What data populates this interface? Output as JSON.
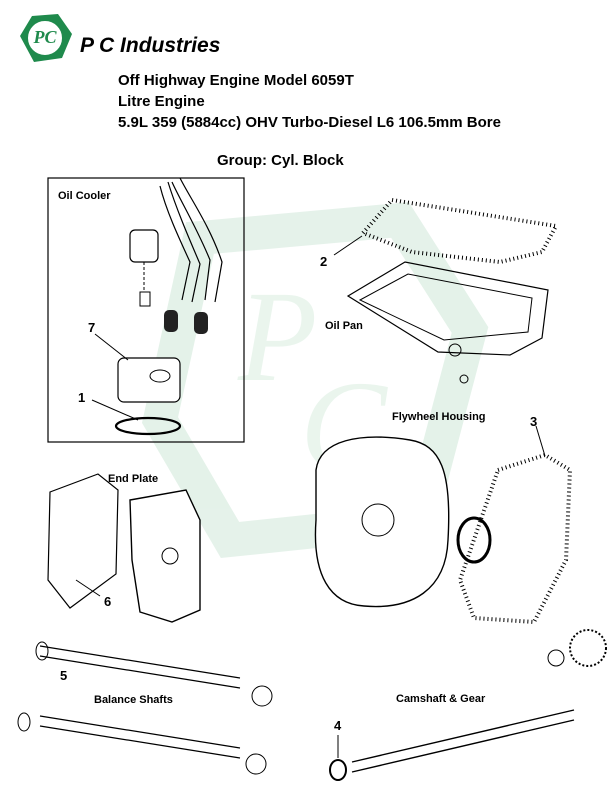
{
  "header": {
    "logo_text": "PC",
    "brand": "P C Industries",
    "title_lines": [
      "Off Highway Engine Model 6059T",
      "Litre Engine",
      "5.9L 359 (5884cc) OHV Turbo-Diesel L6 106.5mm Bore"
    ],
    "group": "Group: Cyl. Block"
  },
  "labels": {
    "oil_cooler": "Oil Cooler",
    "oil_pan": "Oil Pan",
    "flywheel_housing": "Flywheel Housing",
    "end_plate": "End Plate",
    "balance_shafts": "Balance Shafts",
    "camshaft_gear": "Camshaft & Gear"
  },
  "callouts": [
    "1",
    "2",
    "3",
    "4",
    "5",
    "6",
    "7"
  ],
  "colors": {
    "logo_green": "#1f8a4c",
    "watermark": "#dcefe3"
  }
}
